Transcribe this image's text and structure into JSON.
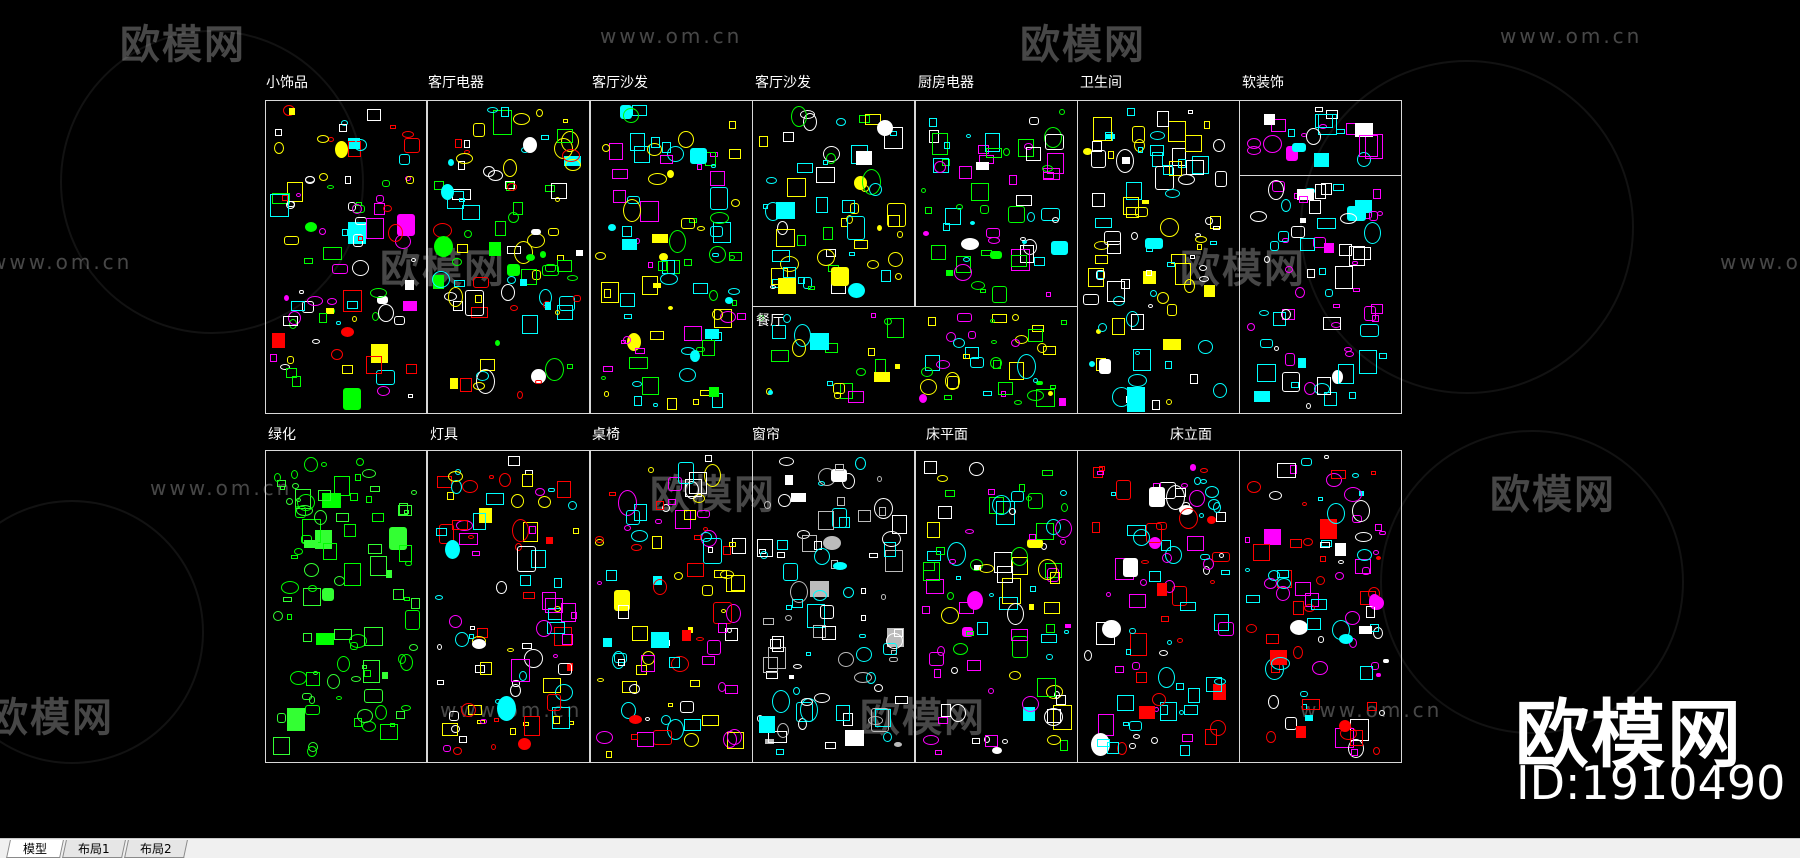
{
  "cad_view": {
    "watermark_logo": "欧模网",
    "watermark_url": "www.om.cn",
    "brand": {
      "name": "欧模网",
      "id_text": "ID:1910490"
    },
    "sections": [
      {
        "key": "decor",
        "label": "小饰品",
        "palette": [
          "#ffffff",
          "#00ffff",
          "#ff0000",
          "#00ff00",
          "#ffff00",
          "#ff00ff"
        ]
      },
      {
        "key": "living_appliances",
        "label": "客厅电器",
        "palette": [
          "#00ffff",
          "#ffffff",
          "#ff0000",
          "#ffff00",
          "#00ff00"
        ]
      },
      {
        "key": "living_sofa_1",
        "label": "客厅沙发",
        "palette": [
          "#00ffff",
          "#ffff00",
          "#ff00ff",
          "#00ff00"
        ]
      },
      {
        "key": "living_sofa_2",
        "label": "客厅沙发",
        "palette": [
          "#ffffff",
          "#ffff00",
          "#00ffff",
          "#00ff00"
        ]
      },
      {
        "key": "kitchen_appliances",
        "label": "厨房电器",
        "palette": [
          "#ffffff",
          "#00ff00",
          "#ff00ff",
          "#00ffff"
        ]
      },
      {
        "key": "bathroom",
        "label": "卫生间",
        "palette": [
          "#00ffff",
          "#ffffff",
          "#ffff00"
        ]
      },
      {
        "key": "soft_furnishing",
        "label": "软装饰",
        "palette": [
          "#00ffff",
          "#ff00ff",
          "#ffffff"
        ]
      },
      {
        "key": "dining",
        "label": "餐厅",
        "palette": [
          "#ffff00",
          "#ff00ff",
          "#00ff00",
          "#00ffff"
        ]
      },
      {
        "key": "greenery",
        "label": "绿化",
        "palette": [
          "#00ff00",
          "#33ff33"
        ]
      },
      {
        "key": "lamps",
        "label": "灯具",
        "palette": [
          "#ffffff",
          "#ffff00",
          "#00ffff",
          "#ff00ff",
          "#ff0000"
        ]
      },
      {
        "key": "table_chair",
        "label": "桌椅",
        "palette": [
          "#ffff00",
          "#ff0000",
          "#00ffff",
          "#ffffff",
          "#ff00ff"
        ]
      },
      {
        "key": "curtains",
        "label": "窗帘",
        "palette": [
          "#ffffff",
          "#00ffff",
          "#bbbbbb"
        ]
      },
      {
        "key": "bed_plan",
        "label": "床平面",
        "palette": [
          "#ffffff",
          "#00ff00",
          "#ffff00",
          "#ff00ff",
          "#00ffff"
        ]
      },
      {
        "key": "bed_elevation",
        "label": "床立面",
        "palette": [
          "#ff0000",
          "#00ffff",
          "#ff00ff",
          "#ffffff"
        ]
      }
    ]
  },
  "tabs": [
    {
      "label": "模型",
      "active": true
    },
    {
      "label": "布局1",
      "active": false
    },
    {
      "label": "布局2",
      "active": false
    }
  ]
}
